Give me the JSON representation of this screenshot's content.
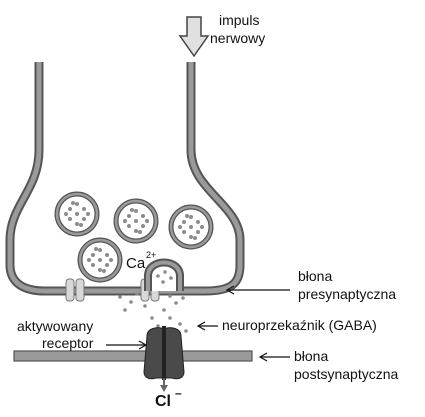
{
  "labels": {
    "impuls_line1": "impuls",
    "impuls_line2": "nerwowy",
    "presyn_line1": "błona",
    "presyn_line2": "presynaptyczna",
    "neurotransmitter": "neuroprzekaźnik (GABA)",
    "receptor_line1": "aktywowany",
    "receptor_line2": "receptor",
    "postsyn_line1": "błona",
    "postsyn_line2": "postsynaptyczna",
    "calcium": "Ca",
    "calcium_charge": "2+",
    "chloride": "Cl",
    "chloride_charge": "–"
  },
  "colors": {
    "membrane": "#8c8c8c",
    "membrane_edge": "#555555",
    "vesicle_dot": "#8c8c8c",
    "receptor": "#4a4a4a"
  }
}
